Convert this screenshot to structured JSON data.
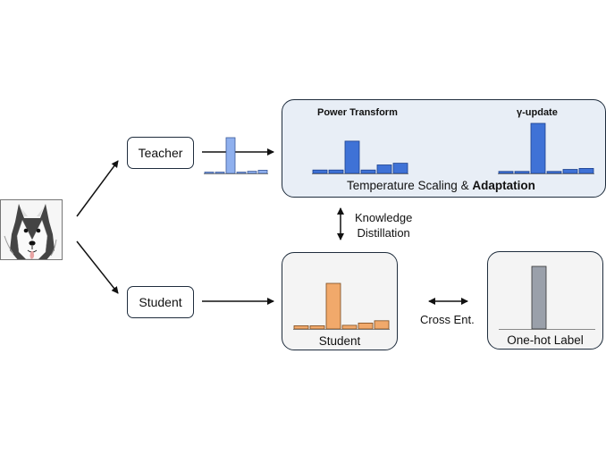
{
  "nodes": {
    "teacher": "Teacher",
    "student": "Student"
  },
  "teacher_panel": {
    "left_title": "Power Transform",
    "right_title": "γ-update",
    "caption_plain": "Temperature Scaling & ",
    "caption_bold": "Adaptation"
  },
  "student_panel": {
    "caption": "Student"
  },
  "label_panel": {
    "caption": "One-hot Label"
  },
  "edges": {
    "kd_line1": "Knowledge",
    "kd_line2": "Distillation",
    "cross_entropy": "Cross Ent."
  },
  "distributions": {
    "teacher_raw": [
      0.02,
      0.02,
      1.0,
      0.03,
      0.06,
      0.09
    ],
    "power_transform": [
      0.1,
      0.1,
      0.95,
      0.1,
      0.25,
      0.3
    ],
    "gamma_update": [
      0.04,
      0.04,
      1.0,
      0.04,
      0.08,
      0.1
    ],
    "student": [
      0.07,
      0.07,
      1.0,
      0.08,
      0.13,
      0.18
    ],
    "one_hot": [
      0,
      0,
      1,
      0,
      0,
      0
    ]
  },
  "colors": {
    "teacher_raw": "#8fb0ee",
    "teacher_bar": "#3f72d6",
    "student_bar": "#f1a96b",
    "label_bar": "#9aa0aa",
    "teacher_panel_bg": "#e8eef6",
    "panel_bg": "#f4f4f4"
  }
}
